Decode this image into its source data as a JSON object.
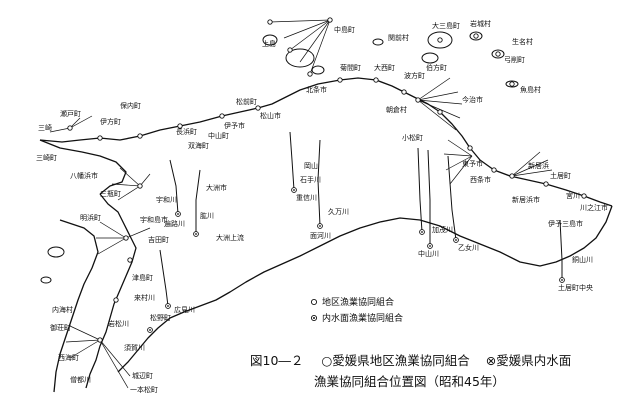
{
  "figure": {
    "number": "図10―２",
    "legend_coastal": "○愛媛県地区漁業協同組合",
    "legend_inland": "⊗愛媛県内水面",
    "title_line2": "漁業協同組合位置図（昭和45年）"
  },
  "map_legend": {
    "coastal": "地区漁業協同組合",
    "inland": "内水面漁業協同組合"
  },
  "places": {
    "p01": "三崎",
    "p02": "三崎町",
    "p03": "瀬戸町",
    "p04": "伊方町",
    "p05": "保内町",
    "p06": "八幡浜市",
    "p07": "三瓶町",
    "p08": "明浜町",
    "p09": "宇和島市",
    "p10": "吉田町",
    "p11": "津島町",
    "p12": "内海村",
    "p13": "御荘町",
    "p14": "城辺町",
    "p15": "西海町",
    "p16": "一本松町",
    "p17": "松野町",
    "p18": "広見川",
    "p19": "肱川",
    "p20": "大洲市",
    "p21": "双海町",
    "p22": "中山町",
    "p23": "長浜町",
    "p24": "伊予市",
    "p25": "松前町",
    "p26": "松山市",
    "p27": "北条市",
    "p28": "中島町",
    "p29": "上島",
    "p30": "今治市",
    "p31": "波方町",
    "p32": "大西町",
    "p33": "菊間町",
    "p34": "伯方町",
    "p35": "大三島町",
    "p36": "弓削町",
    "p37": "岩城村",
    "p38": "生名村",
    "p39": "魚島村",
    "p40": "関前村",
    "p41": "朝倉村",
    "p42": "東予市",
    "p43": "西条市",
    "p44": "小松町",
    "p45": "新居浜市",
    "p46": "土居町",
    "p47": "川之江市",
    "p48": "伊予三島市",
    "p49": "宮川",
    "p50": "加茂川",
    "p51": "中山川",
    "p52": "乙女川",
    "p53": "重信川",
    "p54": "石手川",
    "p55": "面河川",
    "p56": "久万川",
    "p57": "岡山",
    "p58": "遍路川",
    "p59": "宇和川",
    "p60": "須賀川",
    "p61": "銅山川",
    "p62": "土居町中央",
    "p63": "新居浜",
    "p64": "来村川",
    "p65": "岩松川",
    "p66": "僧都川",
    "p67": "大洲上流"
  }
}
